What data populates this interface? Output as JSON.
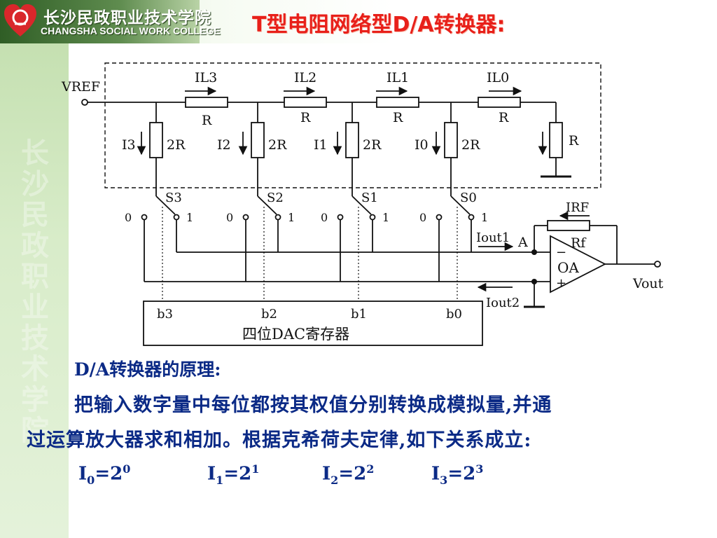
{
  "header": {
    "college_name_cn": "长沙民政职业技术学院",
    "college_name_en": "CHANGSHA SOCIAL WORK COLLEGE",
    "slide_title": "T型电阻网络型D/A转换器:"
  },
  "sidebar": {
    "watermark": "长沙民政职业技术学院"
  },
  "colors": {
    "title": "#e8201a",
    "body_text": "#0b2a86",
    "sidebar": "#c5e0b1"
  },
  "circuit": {
    "vref": "VREF",
    "currents_ladder": [
      "IL3",
      "IL2",
      "IL1",
      "IL0"
    ],
    "series_resistor": "R",
    "branch_currents": [
      "I3",
      "I2",
      "I1",
      "I0"
    ],
    "branch_resistor": "2R",
    "terminal_resistor": "R",
    "switches": [
      "S3",
      "S2",
      "S1",
      "S0"
    ],
    "switch_pos_0": "0",
    "switch_pos_1": "1",
    "iout1": "Iout1",
    "iout2": "Iout2",
    "node_a": "A",
    "irf": "IRF",
    "rf": "Rf",
    "opamp": "OA",
    "minus": "−",
    "plus": "+",
    "vout": "Vout",
    "bits": [
      "b3",
      "b2",
      "b1",
      "b0"
    ],
    "register": "四位DAC寄存器"
  },
  "body": {
    "heading": "D/A转换器的原理:",
    "line1": "把输入数字量中每位都按其权值分别转换成模拟量,并通",
    "line2": "过运算放大器求和相加。根据克希荷夫定律,如下关系成立:",
    "equations": [
      {
        "var": "I",
        "sub": "0",
        "eq": "=2",
        "sup": "0"
      },
      {
        "var": "I",
        "sub": "1",
        "eq": "=2",
        "sup": "1"
      },
      {
        "var": "I",
        "sub": "2",
        "eq": "=2",
        "sup": "2"
      },
      {
        "var": "I",
        "sub": "3",
        "eq": "=2",
        "sup": "3"
      }
    ]
  }
}
